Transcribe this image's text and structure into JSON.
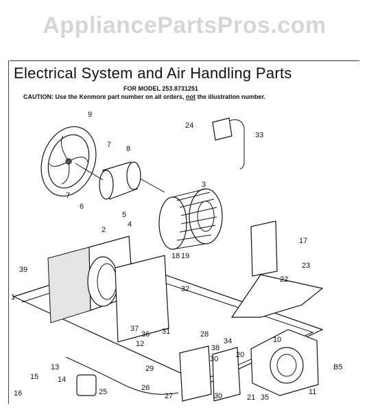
{
  "watermark": "AppliancePartsPros.com",
  "title": "Electrical System and Air Handling Parts",
  "model_line": "FOR MODEL 253.8731251",
  "caution": {
    "prefix": "CAUTION: Use the Kenmore part number on all orders, ",
    "emphasis": "not",
    "suffix": " the illustration number."
  },
  "callouts": [
    "9",
    "7",
    "8",
    "24",
    "33",
    "3",
    "7",
    "6",
    "5",
    "4",
    "2",
    "17",
    "39",
    "18",
    "19",
    "23",
    "22",
    "32",
    "1",
    "37",
    "36",
    "31",
    "28",
    "38",
    "34",
    "10",
    "12",
    "30",
    "20",
    "B5",
    "13",
    "15",
    "14",
    "29",
    "26",
    "25",
    "27",
    "30",
    "21",
    "35",
    "11",
    "16"
  ]
}
